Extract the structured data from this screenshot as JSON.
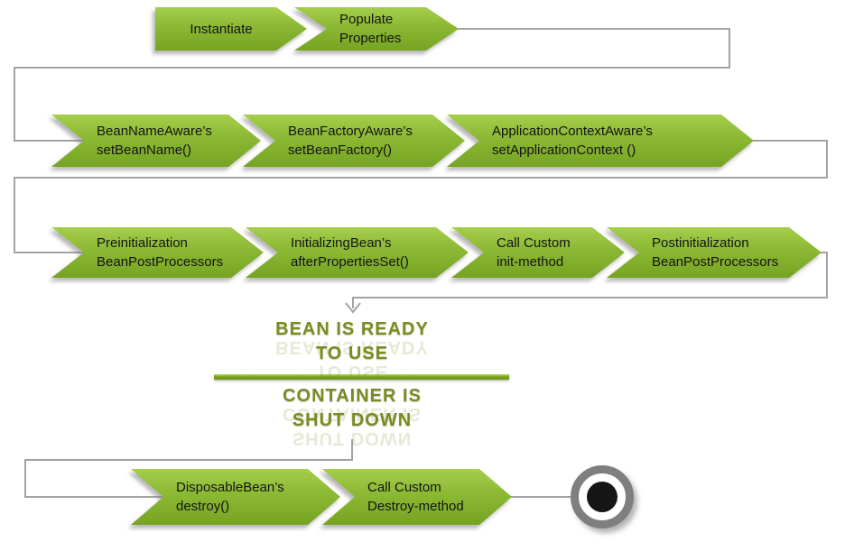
{
  "colors": {
    "arrow_fill_top": "#a5ce4b",
    "arrow_fill_mid": "#8cba34",
    "arrow_fill_bottom": "#76a322",
    "connector": "#a3a3a3",
    "divider": "#7ca51f",
    "banner_text": "#7b8b22",
    "final_ring": "#7f7f7f",
    "final_core": "#161616"
  },
  "flow": {
    "row1": [
      {
        "line1": "Instantiate",
        "line2": ""
      },
      {
        "line1": "Populate",
        "line2": "Properties"
      }
    ],
    "row2": [
      {
        "line1": "BeanNameAware’s",
        "line2": "setBeanName()"
      },
      {
        "line1": "BeanFactoryAware’s",
        "line2": "setBeanFactory()"
      },
      {
        "line1": "ApplicationContextAware’s",
        "line2": "setApplicationContext ()"
      }
    ],
    "row3": [
      {
        "line1": "Preinitialization",
        "line2": "BeanPostProcessors"
      },
      {
        "line1": "InitializingBean’s",
        "line2": "afterPropertiesSet()"
      },
      {
        "line1": "Call Custom",
        "line2": "init-method"
      },
      {
        "line1": "Postinitialization",
        "line2": "BeanPostProcessors"
      }
    ],
    "row4": [
      {
        "line1": "DisposableBean’s",
        "line2": "destroy()"
      },
      {
        "line1": "Call Custom",
        "line2": "Destroy-method"
      }
    ]
  },
  "banner": {
    "ready": [
      "BEAN IS READY",
      "TO USE"
    ],
    "shutdown": [
      "CONTAINER IS",
      "SHUT DOWN"
    ]
  }
}
